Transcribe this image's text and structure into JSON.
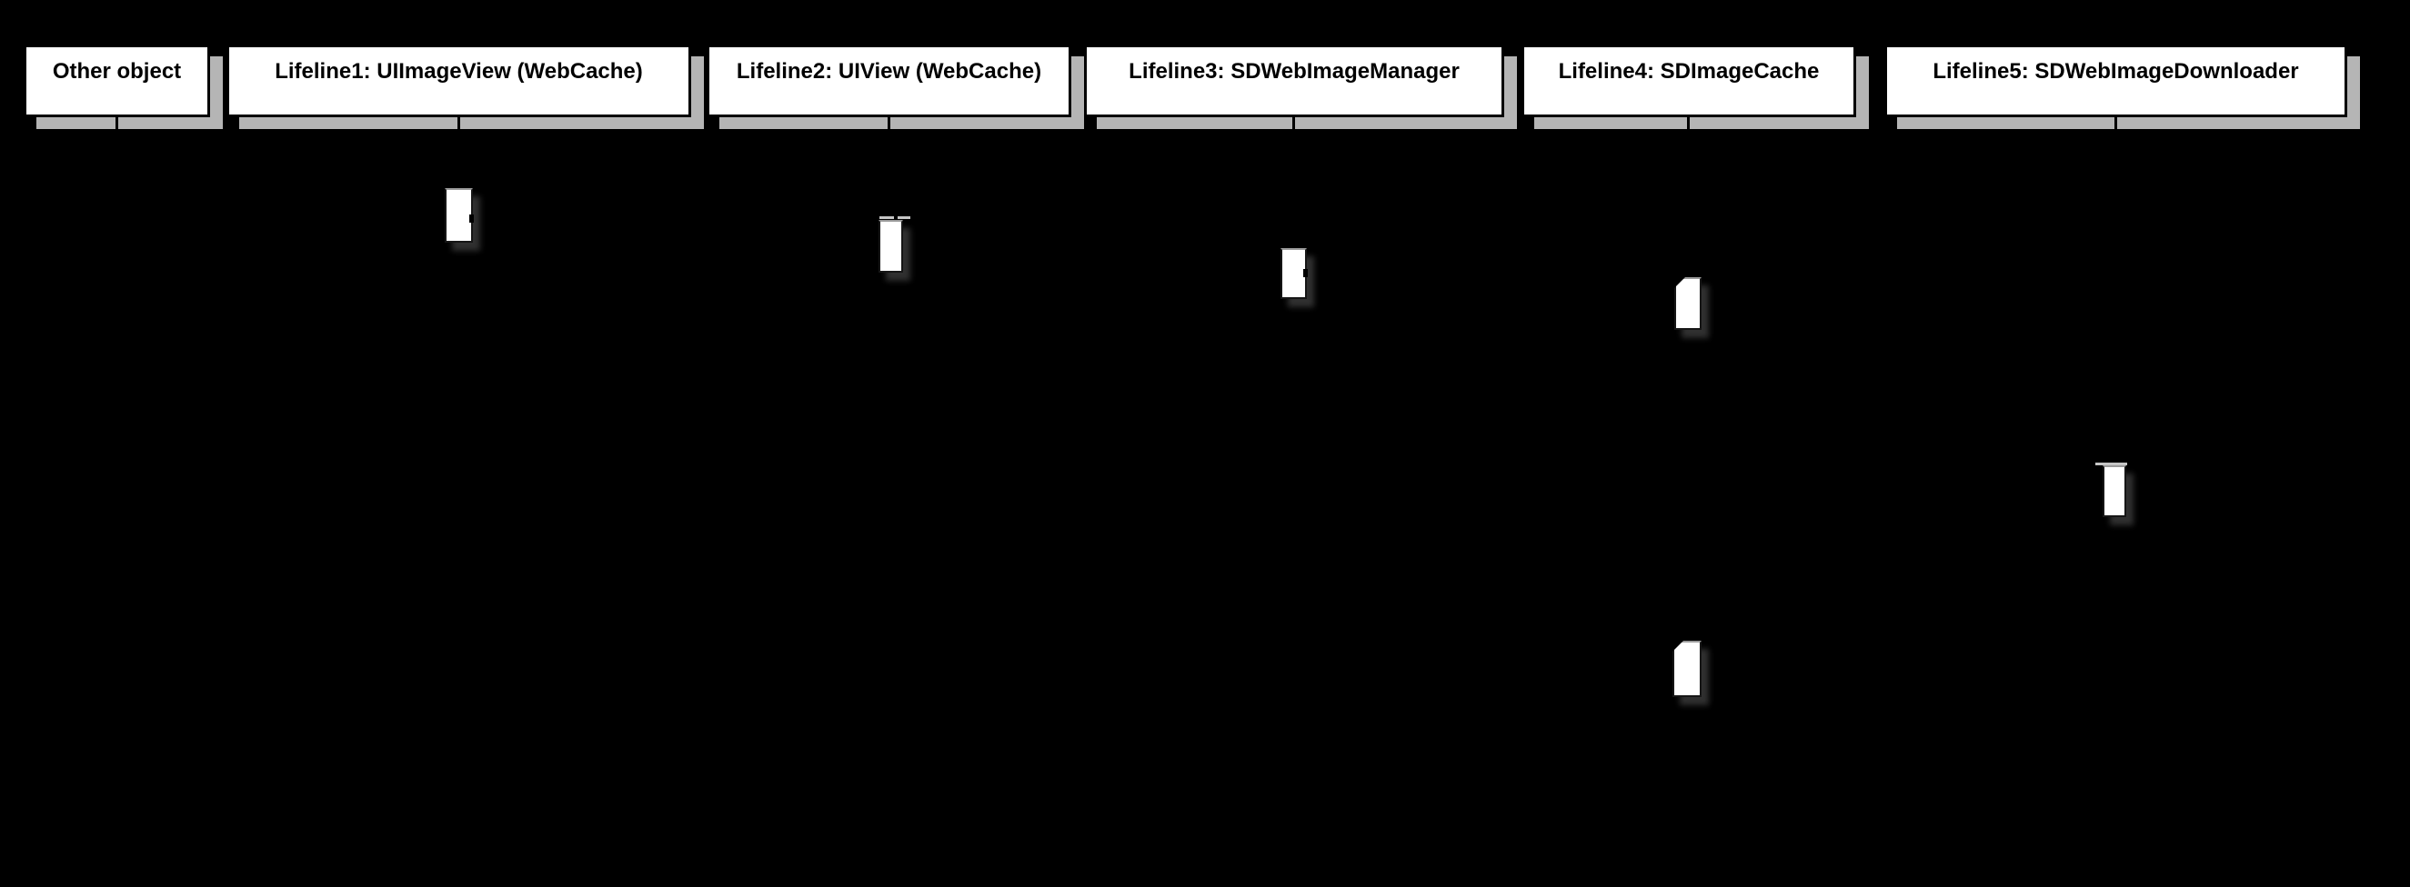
{
  "diagram_type": "uml-sequence-diagram",
  "colors": {
    "background": "#000000",
    "box_fill": "#ffffff",
    "box_border": "#000000",
    "box_shadow": "#b5b5b5",
    "text": "#000000",
    "activation_fill": "#ffffff"
  },
  "lifelines": [
    {
      "label": "Other object"
    },
    {
      "label": "Lifeline1: UIImageView (WebCache)"
    },
    {
      "label": "Lifeline2: UIView (WebCache)"
    },
    {
      "label": "Lifeline3: SDWebImageManager"
    },
    {
      "label": "Lifeline4: SDImageCache"
    },
    {
      "label": "Lifeline5: SDWebImageDownloader"
    }
  ],
  "activations": [
    {
      "on": "Lifeline1: UIImageView (WebCache)",
      "order": 1
    },
    {
      "on": "Lifeline2: UIView (WebCache)",
      "order": 2
    },
    {
      "on": "Lifeline3: SDWebImageManager",
      "order": 3
    },
    {
      "on": "Lifeline4: SDImageCache",
      "order": 4
    },
    {
      "on": "Lifeline5: SDWebImageDownloader",
      "order": 5
    },
    {
      "on": "Lifeline4: SDImageCache",
      "order": 6
    }
  ]
}
